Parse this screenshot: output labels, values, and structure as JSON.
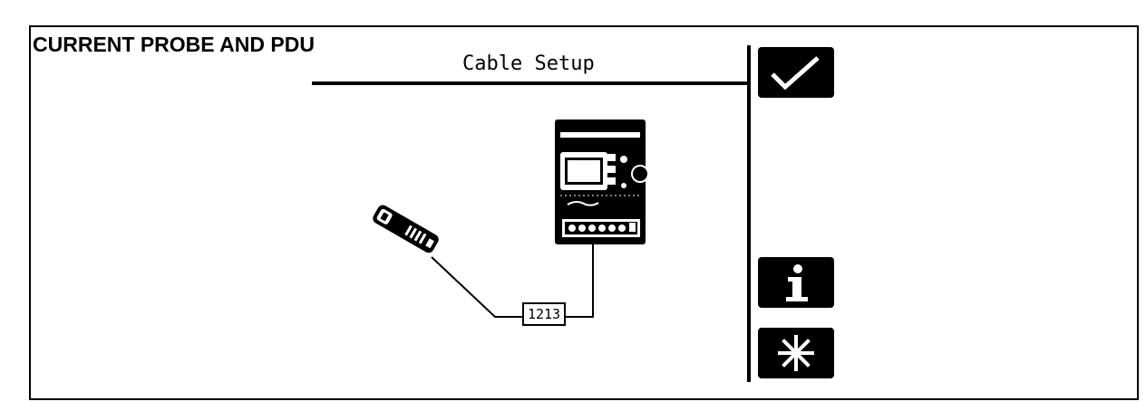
{
  "header": {
    "title": "CURRENT PROBE AND PDU",
    "subtitle": "Cable Setup"
  },
  "diagram": {
    "cable_label": "1213"
  },
  "sidebar": {
    "buttons": [
      {
        "name": "confirm",
        "icon": "check-icon"
      },
      {
        "name": "info",
        "icon": "info-icon"
      },
      {
        "name": "reset",
        "icon": "asterisk-icon"
      }
    ]
  }
}
